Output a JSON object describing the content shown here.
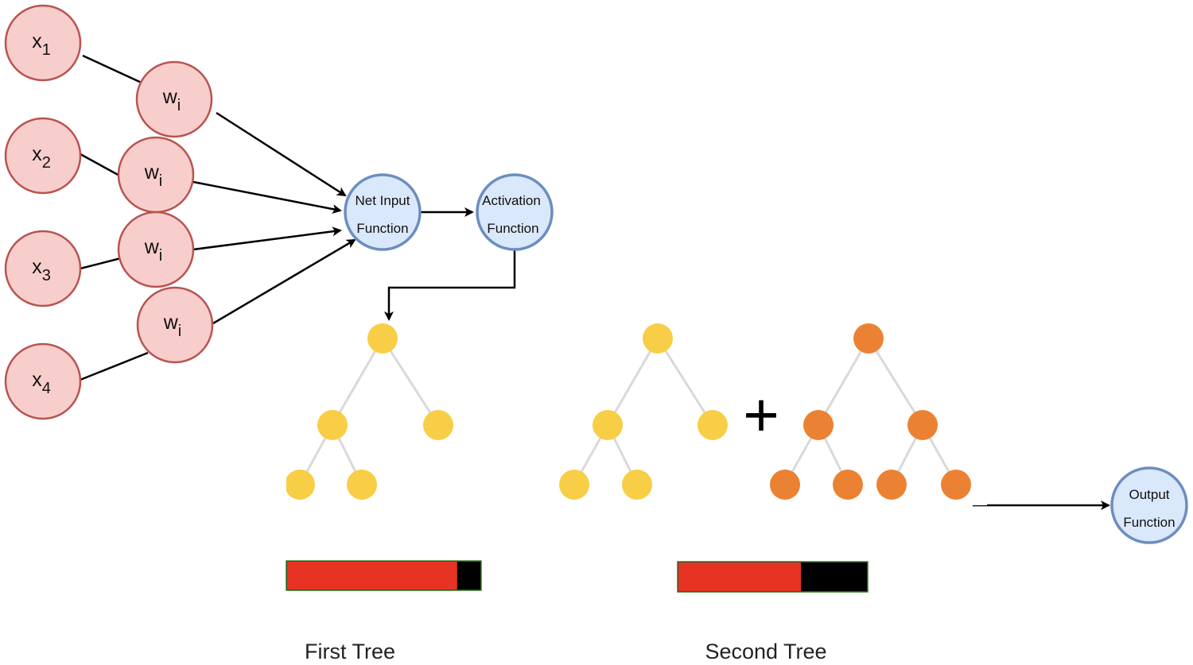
{
  "inputs": {
    "x1": {
      "base": "x",
      "sub": "1"
    },
    "x2": {
      "base": "x",
      "sub": "2"
    },
    "x3": {
      "base": "x",
      "sub": "3"
    },
    "x4": {
      "base": "x",
      "sub": "4"
    }
  },
  "weights": {
    "w1": {
      "base": "w",
      "sub": "i"
    },
    "w2": {
      "base": "w",
      "sub": "i"
    },
    "w3": {
      "base": "w",
      "sub": "i"
    },
    "w4": {
      "base": "w",
      "sub": "i"
    }
  },
  "net_input": {
    "line1": "Net Input",
    "line2": "Function"
  },
  "activation": {
    "line1": "Activation",
    "line2": "Function"
  },
  "output": {
    "line1": "Output",
    "line2": "Function"
  },
  "plus_sign": "+",
  "first_tree": {
    "caption": "First Tree",
    "bar_fraction": 0.88
  },
  "second_tree": {
    "caption": "Second Tree",
    "bar_fraction": 0.65
  },
  "colors": {
    "input_fill": "#f8cecc",
    "input_stroke": "#b85450",
    "function_fill": "#dae8fc",
    "function_stroke": "#6c8ebf",
    "tree_yellow": "#f7ce46",
    "tree_orange": "#eb8233",
    "tree_edge": "#d9d9d9",
    "bar_red": "#e63323",
    "bar_black": "#000000",
    "bar_border": "#3a7d2a"
  }
}
